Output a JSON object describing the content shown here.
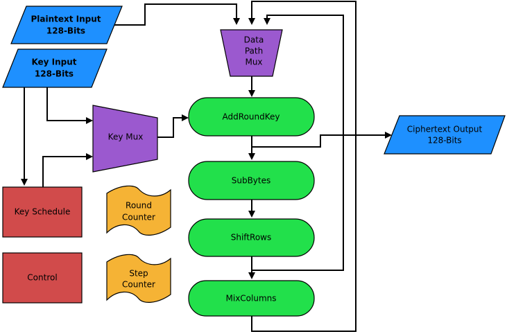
{
  "colors": {
    "io": "#1e90ff",
    "mux": "#9b59cf",
    "process": "#22e04b",
    "block": "#d14b4b",
    "counter": "#f5b335",
    "wire": "#000000"
  },
  "nodes": {
    "plaintext_input": {
      "line1": "Plaintext Input",
      "line2": "128-Bits"
    },
    "key_input": {
      "line1": "Key Input",
      "line2": "128-Bits"
    },
    "data_path_mux": {
      "line1": "Data",
      "line2": "Path",
      "line3": "Mux"
    },
    "key_mux": {
      "label": "Key Mux"
    },
    "add_round_key": {
      "label": "AddRoundKey"
    },
    "sub_bytes": {
      "label": "SubBytes"
    },
    "shift_rows": {
      "label": "ShiftRows"
    },
    "mix_columns": {
      "label": "MixColumns"
    },
    "key_schedule": {
      "label": "Key Schedule"
    },
    "control": {
      "label": "Control"
    },
    "round_counter": {
      "line1": "Round",
      "line2": "Counter"
    },
    "step_counter": {
      "line1": "Step",
      "line2": "Counter"
    },
    "ciphertext_output": {
      "line1": "Ciphertext Output",
      "line2": "128-Bits"
    }
  }
}
